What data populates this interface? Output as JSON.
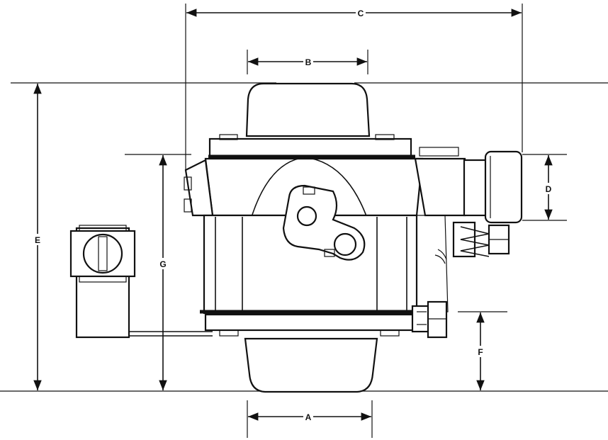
{
  "dimensions": {
    "A": "A",
    "B": "B",
    "C": "C",
    "D": "D",
    "E": "E",
    "F": "F",
    "G": "G"
  },
  "colors": {
    "ink": "#111111",
    "paper": "#ffffff"
  }
}
